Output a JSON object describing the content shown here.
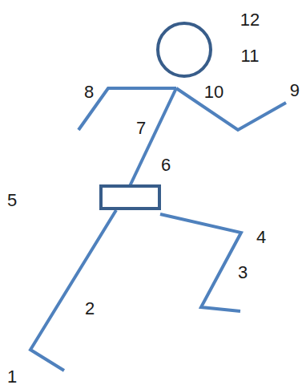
{
  "diagram": {
    "labels": [
      "12",
      "11",
      "10",
      "9",
      "8",
      "7",
      "6",
      "5",
      "4",
      "3",
      "2",
      "1"
    ]
  }
}
